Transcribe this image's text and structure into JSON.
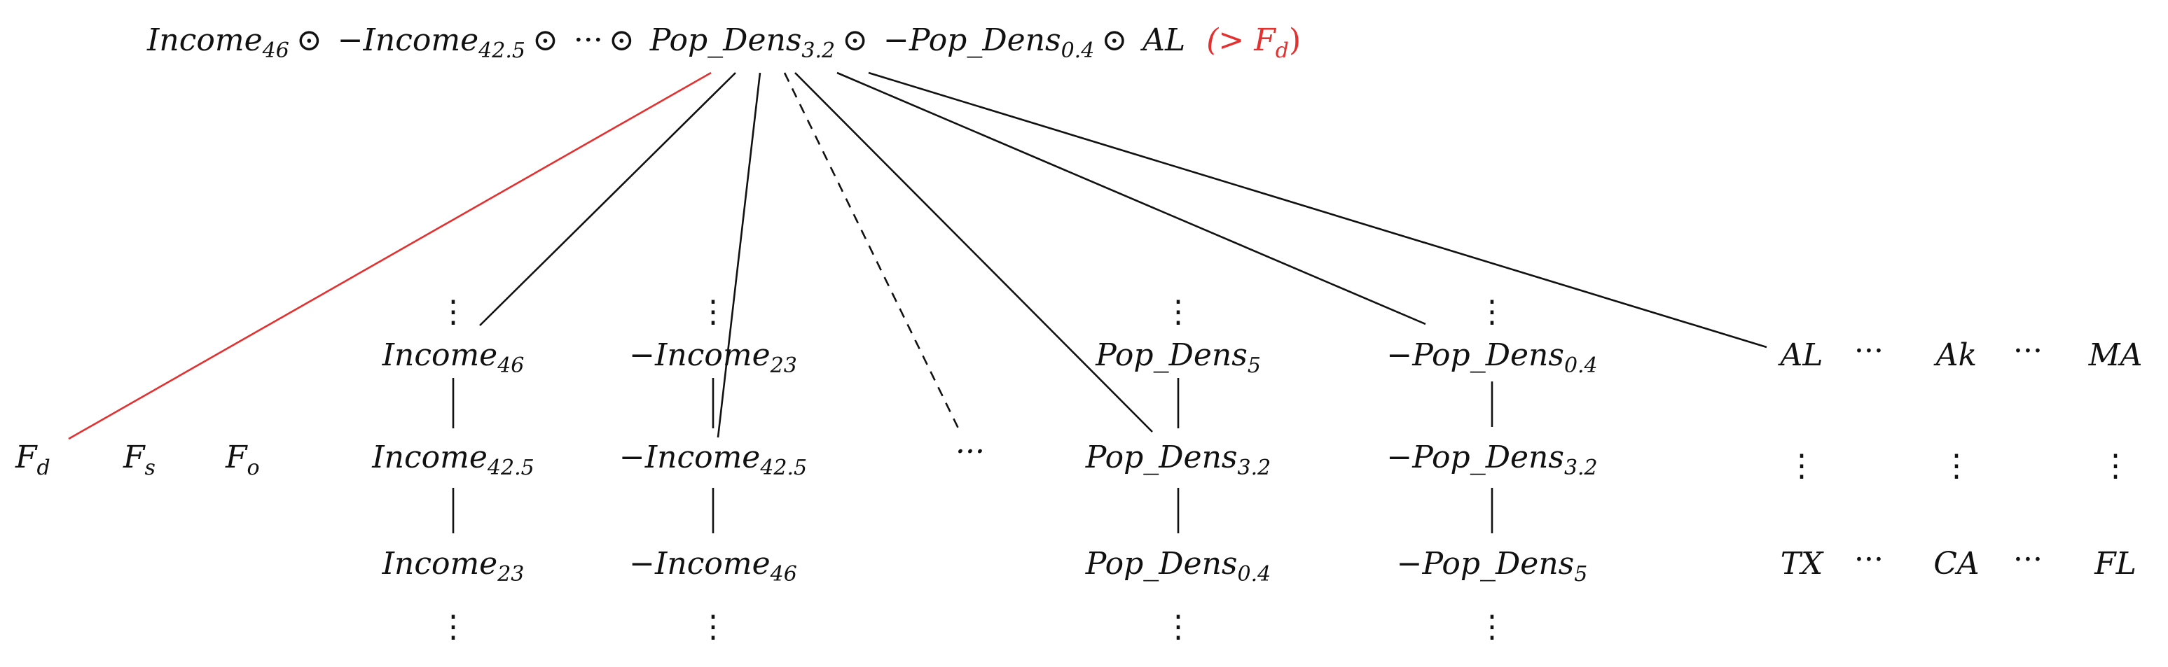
{
  "root": {
    "formula": [
      {
        "base": "Income",
        "sub": "46"
      },
      {
        "op": "⊙"
      },
      {
        "base": "−Income",
        "sub": "42.5"
      },
      {
        "op": "⊙"
      },
      {
        "base": "···"
      },
      {
        "op": "⊙"
      },
      {
        "base": "Pop_Dens",
        "sub": "3.2"
      },
      {
        "op": "⊙"
      },
      {
        "base": "−Pop_Dens",
        "sub": "0.4"
      },
      {
        "op": "⊙"
      },
      {
        "base": "AL"
      }
    ],
    "suffix": {
      "base": "(> F",
      "sub": "d",
      "tail": ")"
    },
    "suffix_color": "#e53030"
  },
  "f_nodes": [
    {
      "base": "F",
      "sub": "d"
    },
    {
      "base": "F",
      "sub": "s"
    },
    {
      "base": "F",
      "sub": "o"
    }
  ],
  "columns": [
    {
      "cells": [
        {
          "base": "Income",
          "sub": "46"
        },
        {
          "base": "Income",
          "sub": "42.5"
        },
        {
          "base": "Income",
          "sub": "23"
        }
      ]
    },
    {
      "cells": [
        {
          "base": "−Income",
          "sub": "23"
        },
        {
          "base": "−Income",
          "sub": "42.5"
        },
        {
          "base": "−Income",
          "sub": "46"
        }
      ]
    },
    {
      "cells": [
        {
          "base": "Pop_Dens",
          "sub": "5"
        },
        {
          "base": "Pop_Dens",
          "sub": "3.2"
        },
        {
          "base": "Pop_Dens",
          "sub": "0.4"
        }
      ]
    },
    {
      "cells": [
        {
          "base": "−Pop_Dens",
          "sub": "0.4"
        },
        {
          "base": "−Pop_Dens",
          "sub": "3.2"
        },
        {
          "base": "−Pop_Dens",
          "sub": "5"
        }
      ]
    }
  ],
  "middle_ellipsis": "···",
  "state_grid": {
    "top": [
      "AL",
      "Ak",
      "MA"
    ],
    "bottom": [
      "TX",
      "CA",
      "FL"
    ],
    "separator": "···",
    "vdots": "⋮"
  },
  "vdots": "⋮",
  "colors": {
    "red": "#e53030",
    "ink": "#111111"
  }
}
